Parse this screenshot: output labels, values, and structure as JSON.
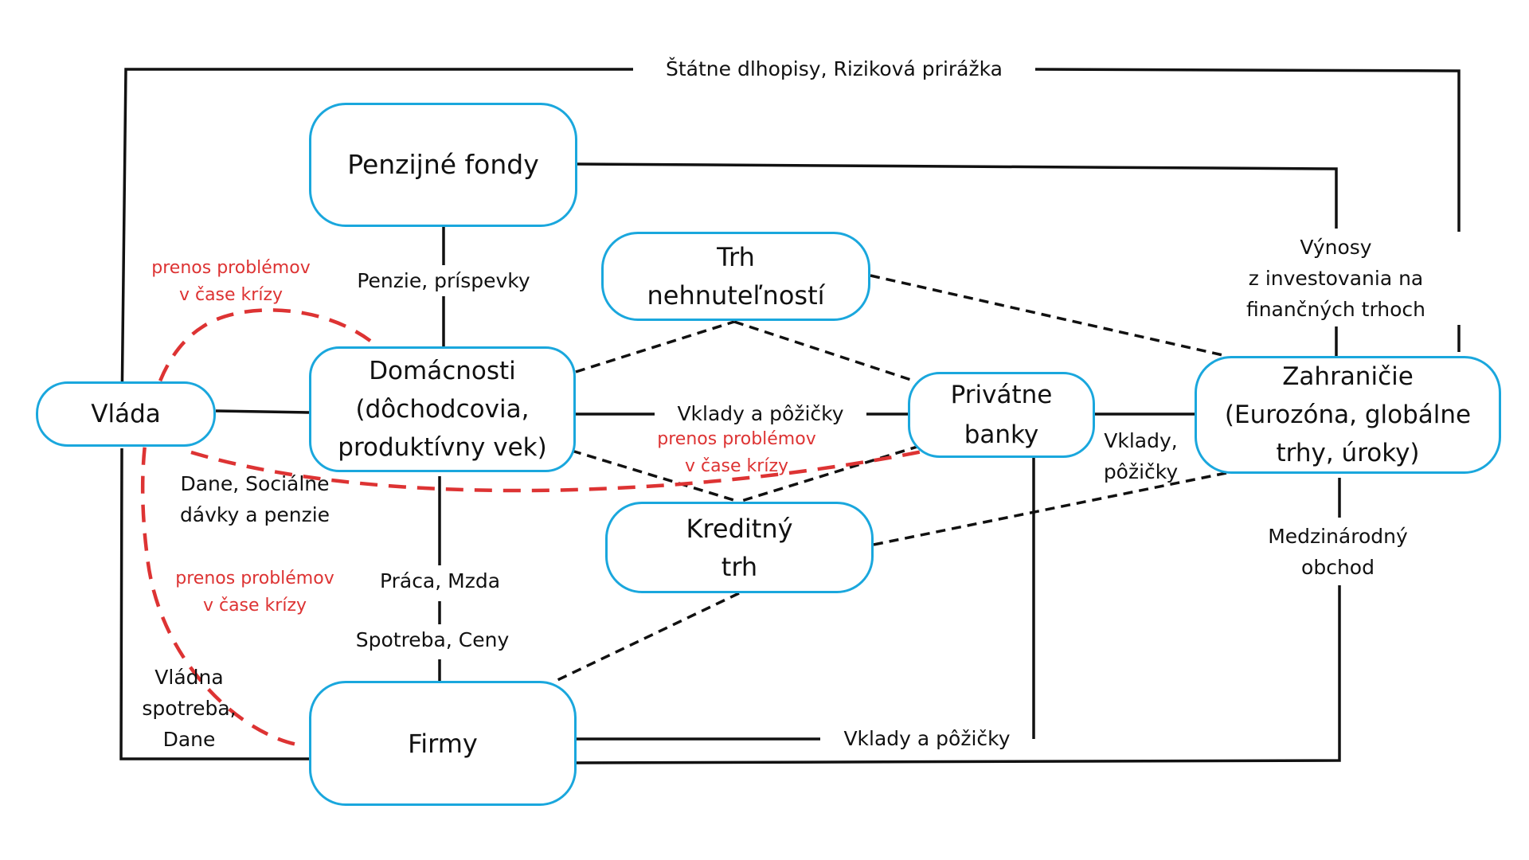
{
  "nodes": {
    "penzijne_fondy": "Penzijné fondy",
    "trh_nehnutelnosti": "Trh\nnehnuteľností",
    "domacnosti": "Domácnosti\n(dôchodcovia,\nproduktívny vek)",
    "vlada": "Vláda",
    "privatne_banky": "Privátne\nbanky",
    "zahranicie": "Zahraničie\n(Eurozóna, globálne\ntrhy, úroky)",
    "kreditny_trh": "Kreditný\ntrh",
    "firmy": "Firmy"
  },
  "labels": {
    "statne_dlhopisy": "Štátne dlhopisy, Riziková prirážka",
    "penzie_prispevky": "Penzie, príspevky",
    "vynosy": "Výnosy\nz investovania na\nfinančných trhoch",
    "vklady_pozicky_top": "Vklady a pôžičky",
    "vklady_pozicky_side": "Vklady,\npôžičky",
    "dane_socialne": "Dane, Sociálne\ndávky a penzie",
    "medzinarodny_obchod": "Medzinárodný\nobchod",
    "praca_mzda": "Práca, Mzda",
    "spotreba_ceny": "Spotreba, Ceny",
    "vladna_spotreba": "Vládna\nspotreba,\nDane",
    "vklady_pozicky_bottom": "Vklady a pôžičky"
  },
  "crisis_labels": {
    "top_left": "prenos problémov\nv čase krízy",
    "middle": "prenos problémov\nv čase krízy",
    "bottom_left": "prenos problémov\nv čase krízy"
  },
  "colors": {
    "node_border": "#1aa7dd",
    "line": "#111111",
    "crisis": "#dd3333"
  }
}
